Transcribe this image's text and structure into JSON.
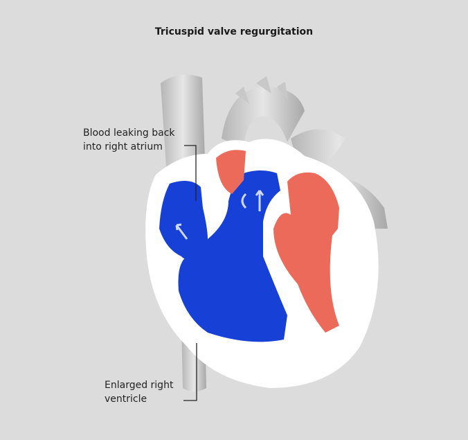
{
  "title": "Tricuspid valve regurgitation",
  "labels": {
    "leak_line1": "Blood leaking back",
    "leak_line2": "into right atrium",
    "ventricle_line1": "Enlarged right",
    "ventricle_line2": "ventricle"
  },
  "colors": {
    "background": "#dcdcdc",
    "vessel_gray": "#c4c4c4",
    "heart_white": "#ffffff",
    "deoxygenated_blue": "#1640d6",
    "oxygenated_red": "#ec6a5a"
  }
}
